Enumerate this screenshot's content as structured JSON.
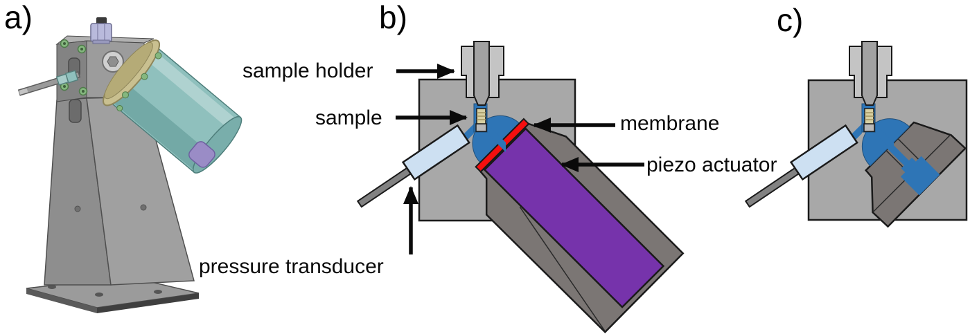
{
  "figure": {
    "panels": {
      "a": "a)",
      "b": "b)",
      "c": "c)"
    }
  },
  "labels": {
    "sample_holder": "sample holder",
    "sample": "sample",
    "membrane": "membrane",
    "piezo_actuator": "piezo actuator",
    "pressure_transducer": "pressure transducer"
  },
  "colors": {
    "fluid_blue": "#2e75b6",
    "transducer_light_blue": "#cde0f2",
    "piezo_purple": "#7633ab",
    "membrane_red": "#f50f0f",
    "body_gray": "#a8a8a8",
    "housing_gray": "#7b7674",
    "holder_gray": "#c4c4c4",
    "holder_shaft_gray": "#a2a2a2",
    "sample_beige": "#d8d0a2",
    "rod_gray": "#828282",
    "cylinder_teal": "#8fc0bd",
    "flange_tan": "#c9c090",
    "outline_black": "#1a1a1a"
  }
}
